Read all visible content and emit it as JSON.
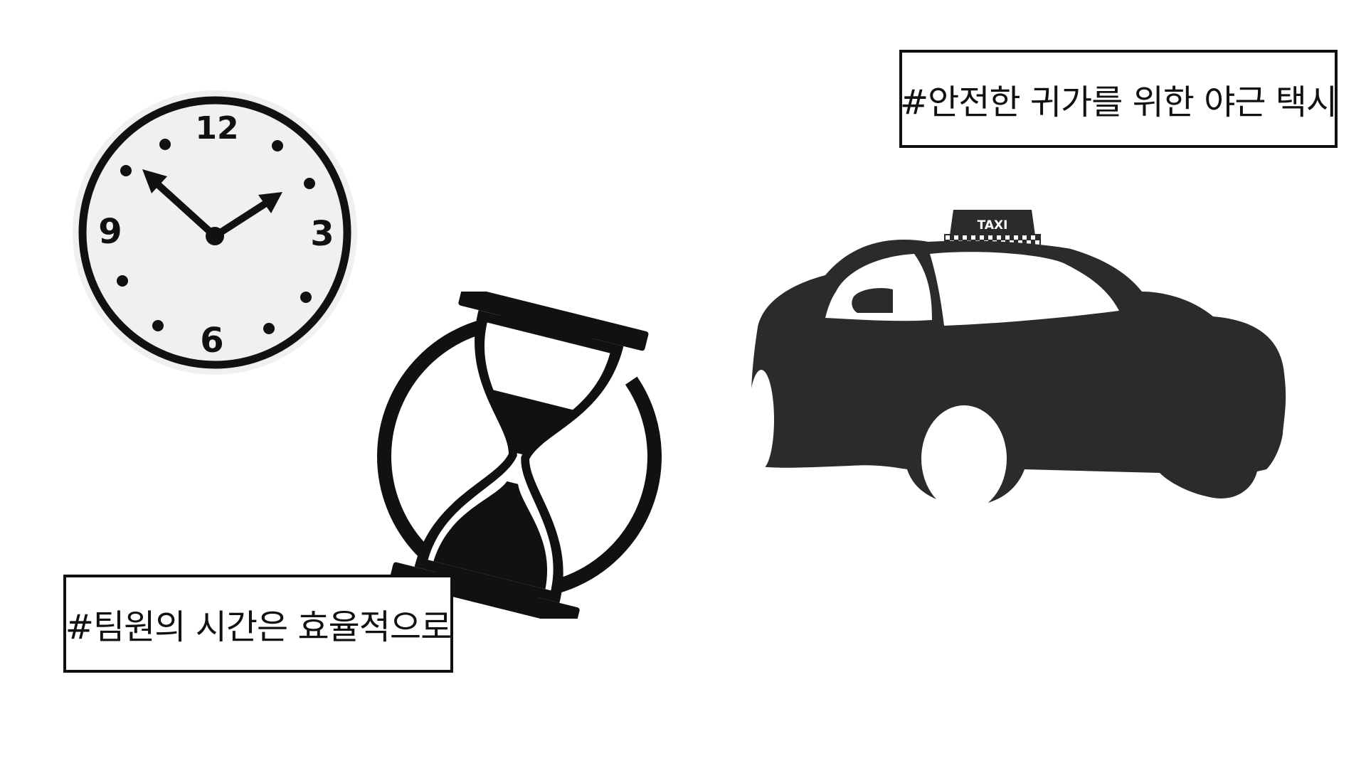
{
  "tags": {
    "night_taxi": "#안전한 귀가를 위한 야근 택시",
    "team_time": "#팀원의 시간은 효율적으로"
  },
  "clock": {
    "numerals": {
      "twelve": "12",
      "three": "3",
      "six": "6",
      "nine": "9"
    }
  },
  "taxi": {
    "roof_sign": "TAXI"
  },
  "icons": [
    "clock-icon",
    "hourglass-icon",
    "taxi-icon"
  ],
  "colors": {
    "ink": "#111111",
    "taxi_body": "#2b2b2b",
    "clock_face": "#f0f0f0",
    "background": "#ffffff"
  }
}
